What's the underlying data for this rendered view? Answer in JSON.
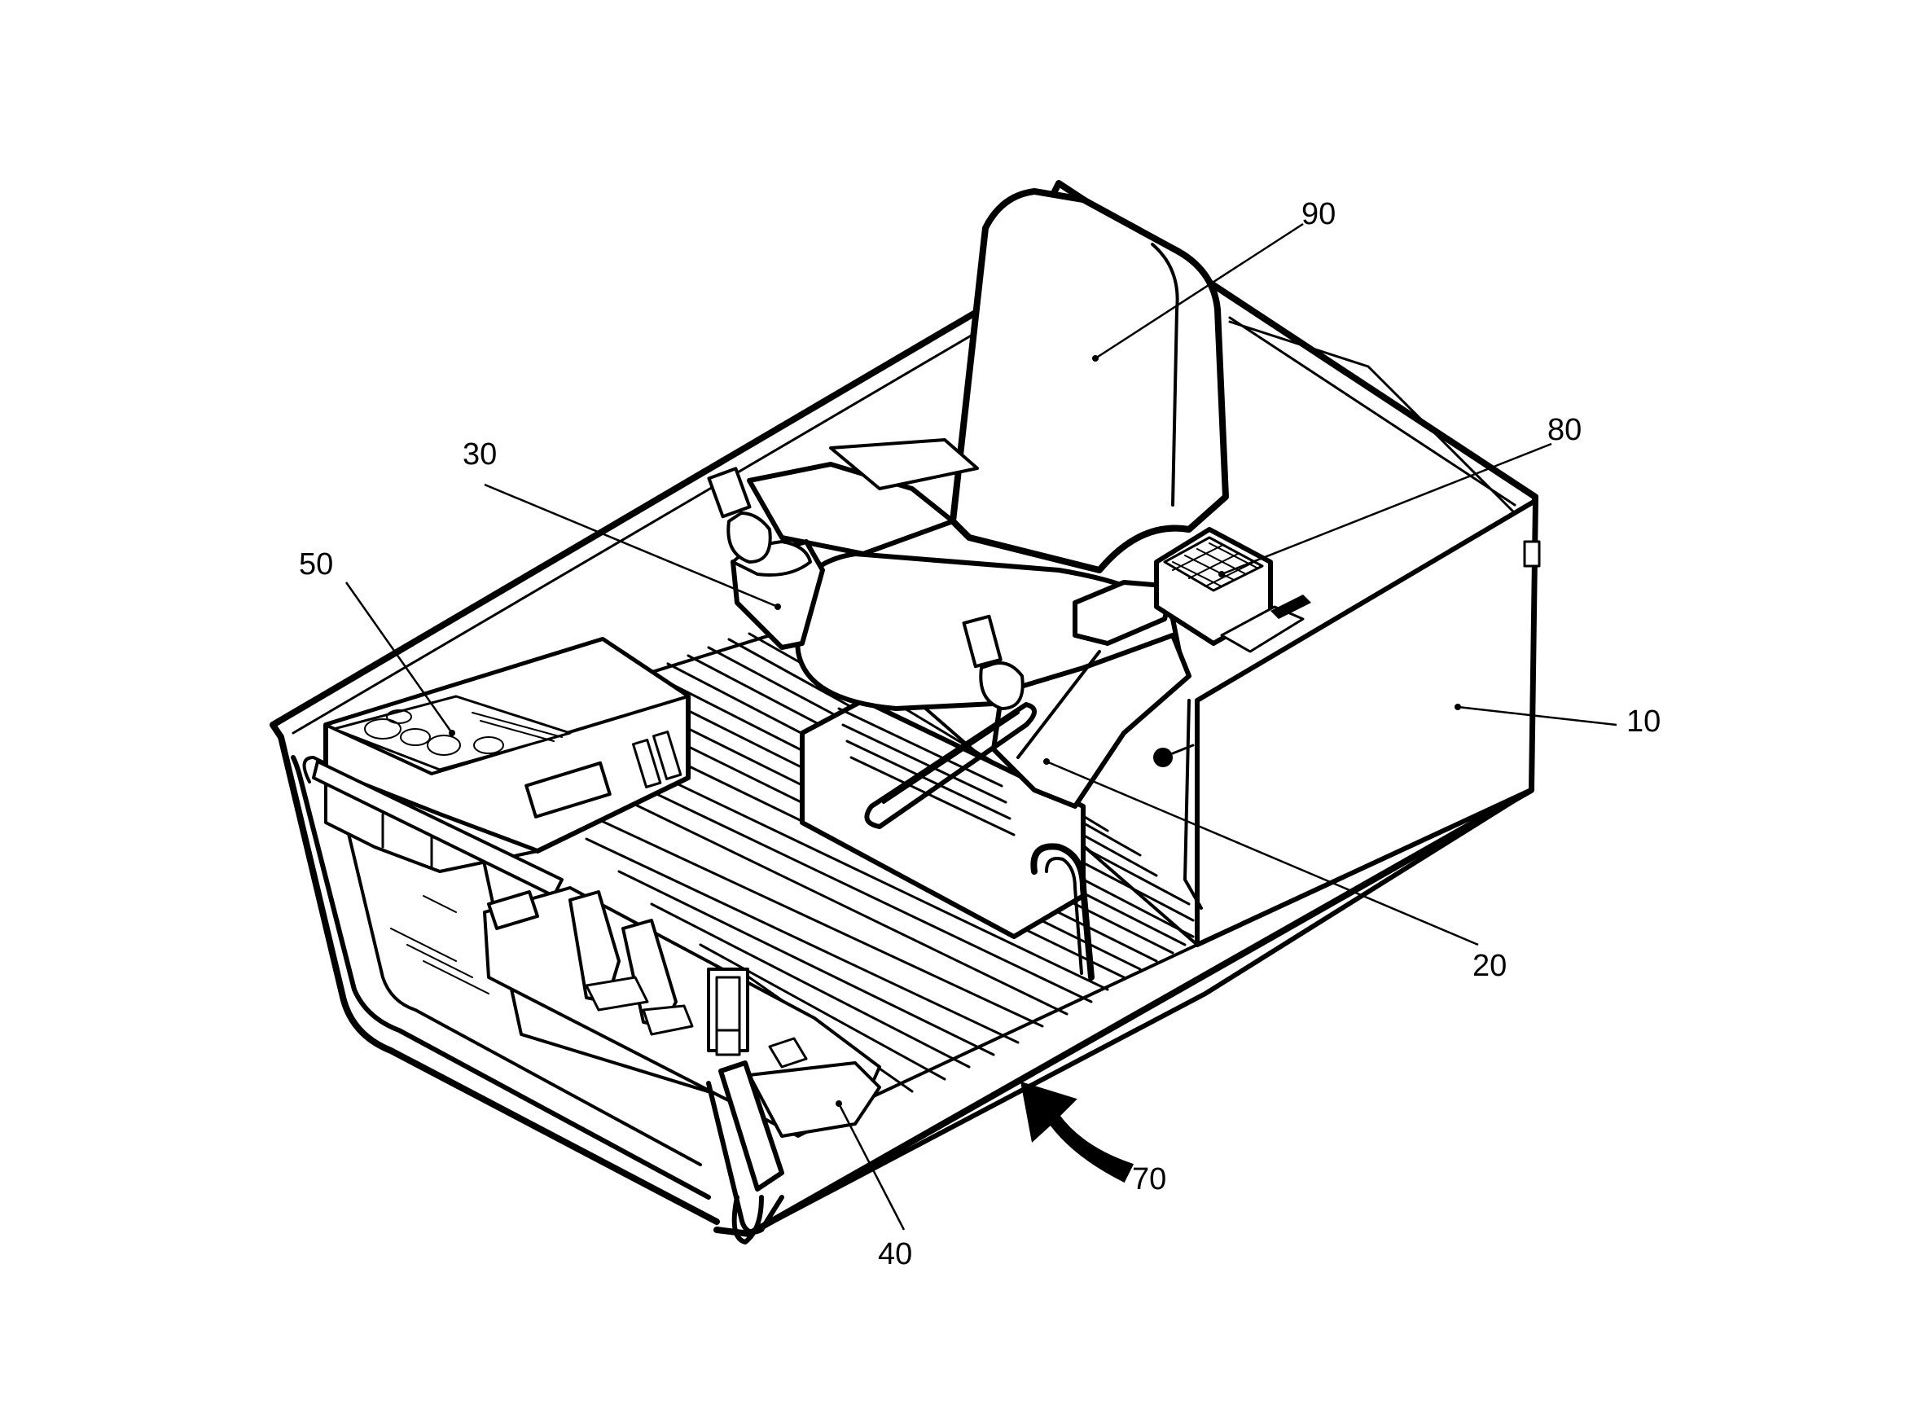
{
  "figure": {
    "subject": "operator-cab-assembly",
    "line_color": "#000000",
    "background_color": "#ffffff",
    "reference_labels": {
      "ref_10": "10",
      "ref_20": "20",
      "ref_30": "30",
      "ref_40": "40",
      "ref_50": "50",
      "ref_70": "70",
      "ref_80": "80",
      "ref_90": "90"
    }
  }
}
